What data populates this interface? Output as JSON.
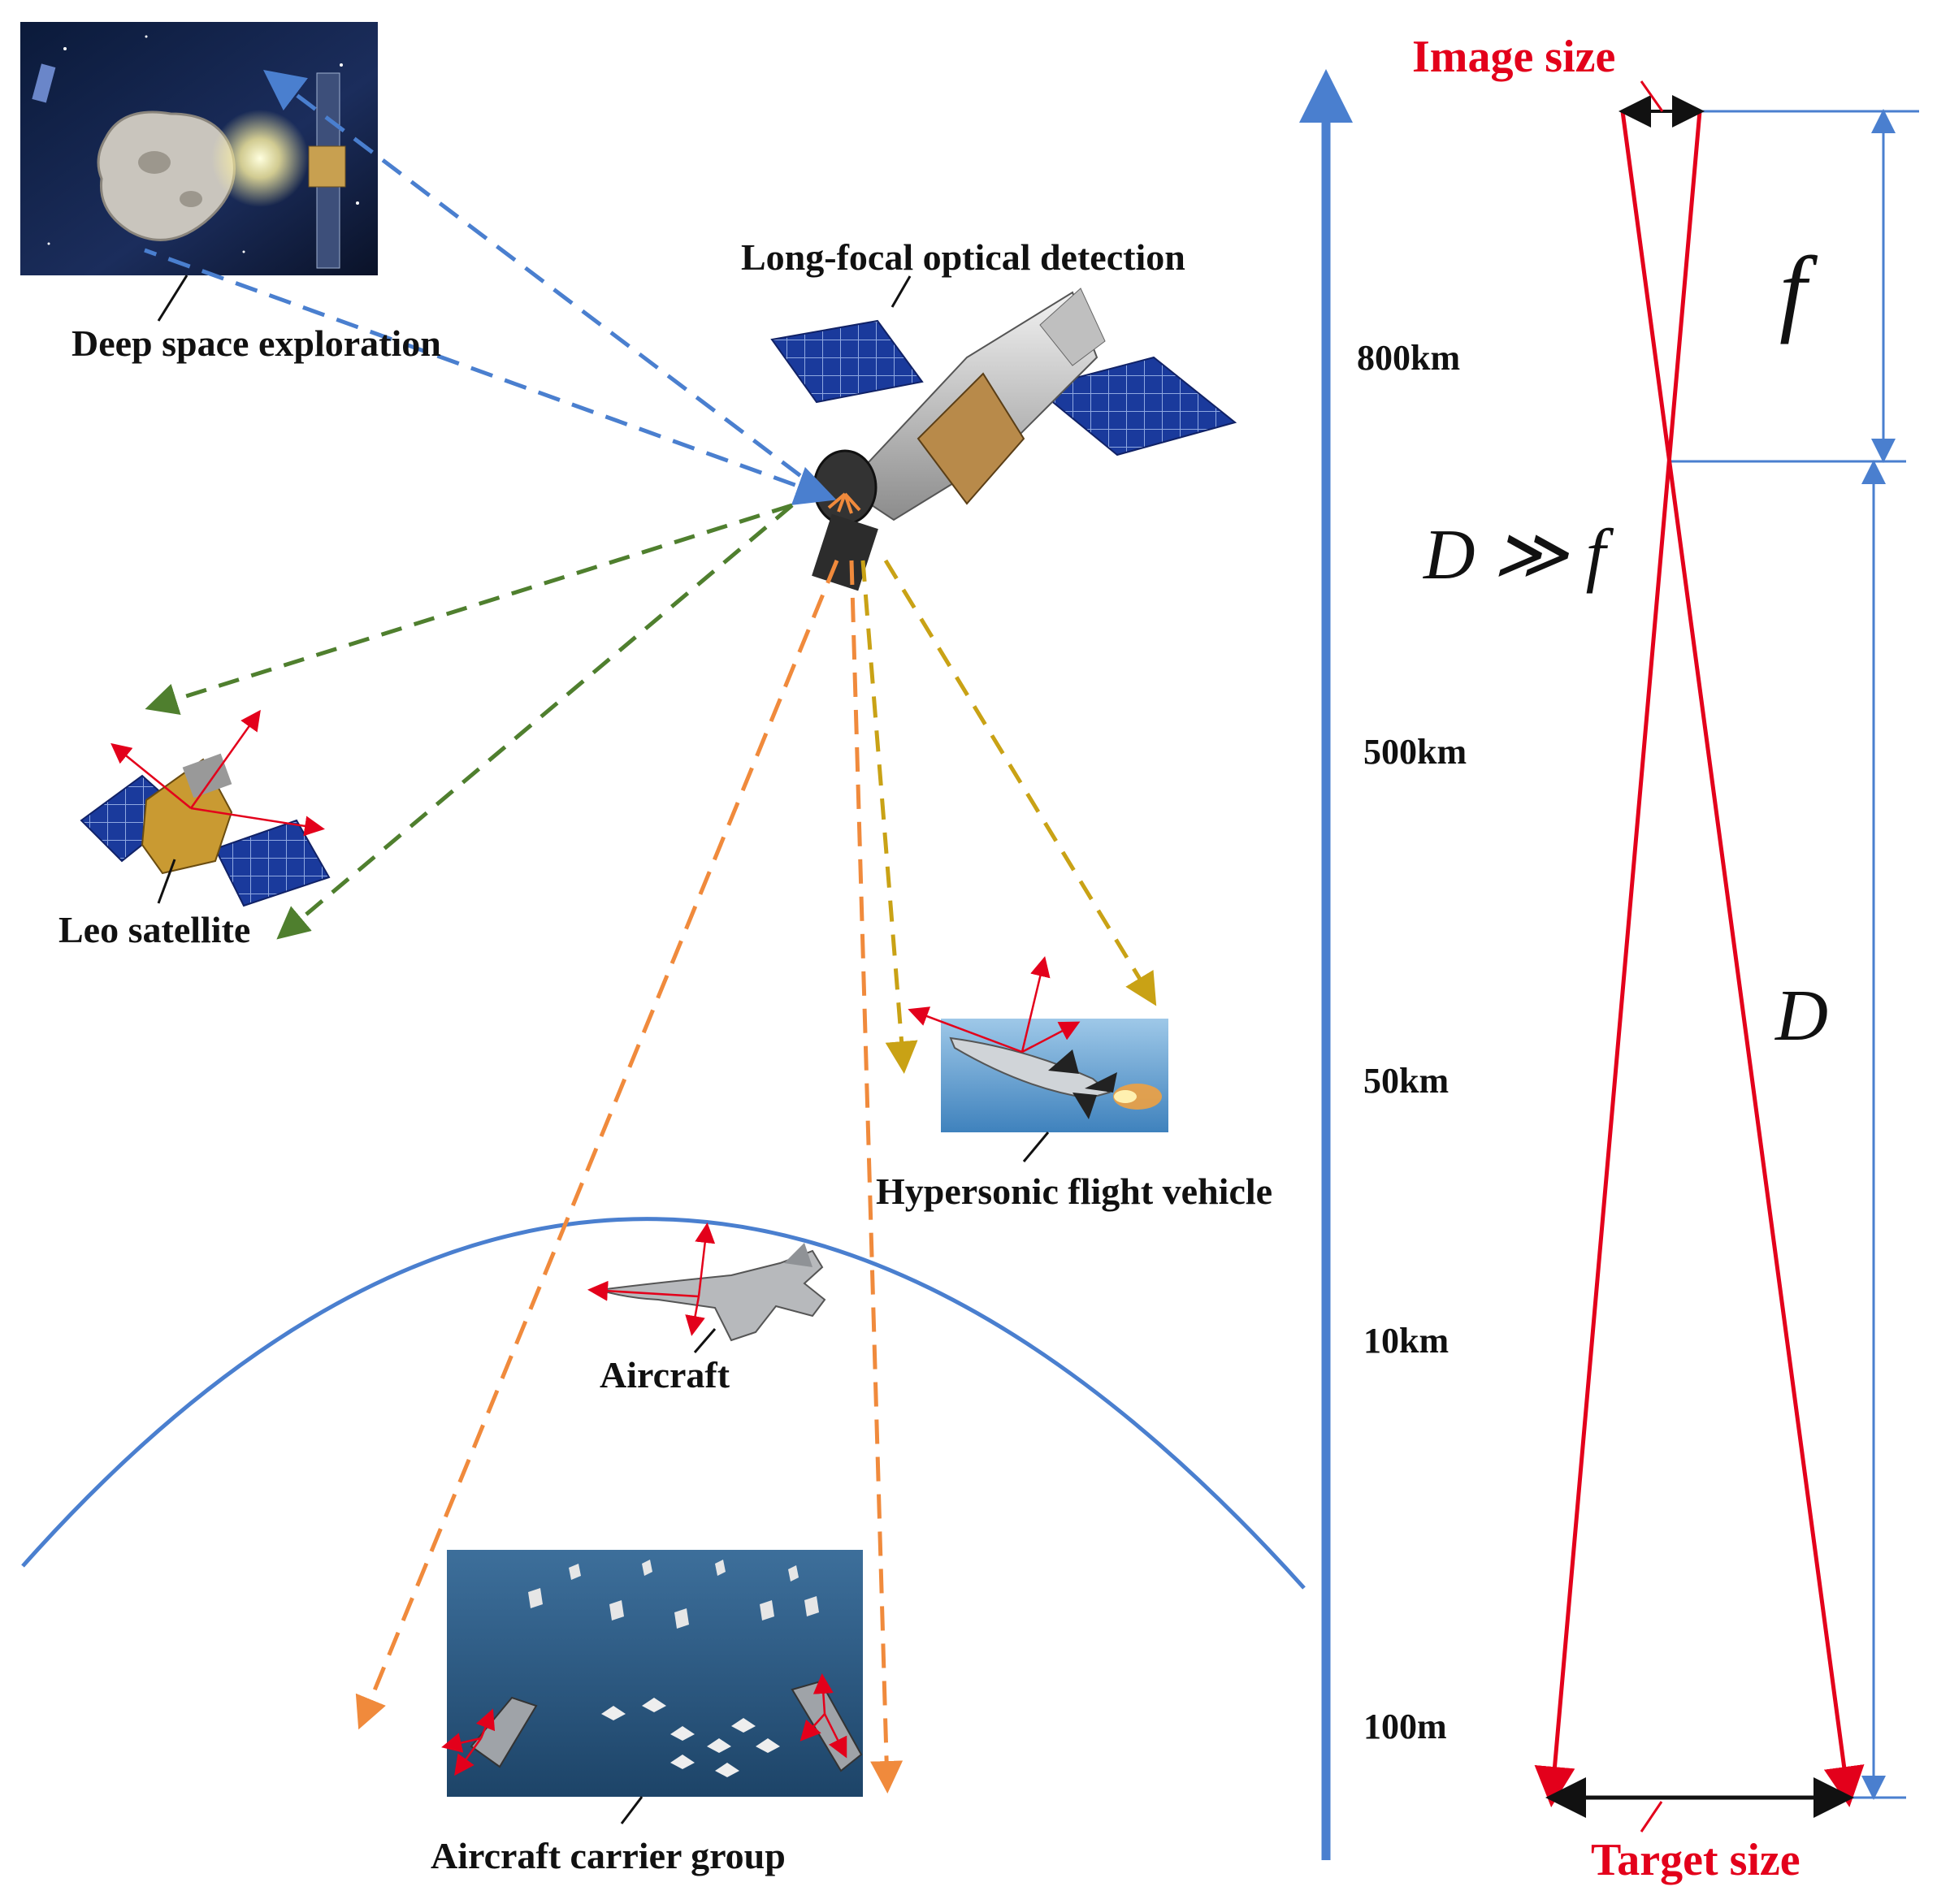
{
  "colors": {
    "blue": "#4a7fcf",
    "green": "#4f7f2e",
    "orange": "#f08a3c",
    "gold": "#c9a215",
    "red": "#e3001b",
    "black": "#111111"
  },
  "labels": {
    "deep_space": "Deep space exploration",
    "long_focal": "Long-focal optical detection",
    "leo_satellite": "Leo satellite",
    "hypersonic": "Hypersonic flight vehicle",
    "aircraft": "Aircraft",
    "carrier_group": "Aircraft carrier group",
    "image_size": "Image size",
    "target_size": "Target size"
  },
  "altitudes": [
    "800km",
    "500km",
    "50km",
    "10km",
    "100m"
  ],
  "math": {
    "focal": "f",
    "distance": "D",
    "relation": "D ≫ f"
  }
}
